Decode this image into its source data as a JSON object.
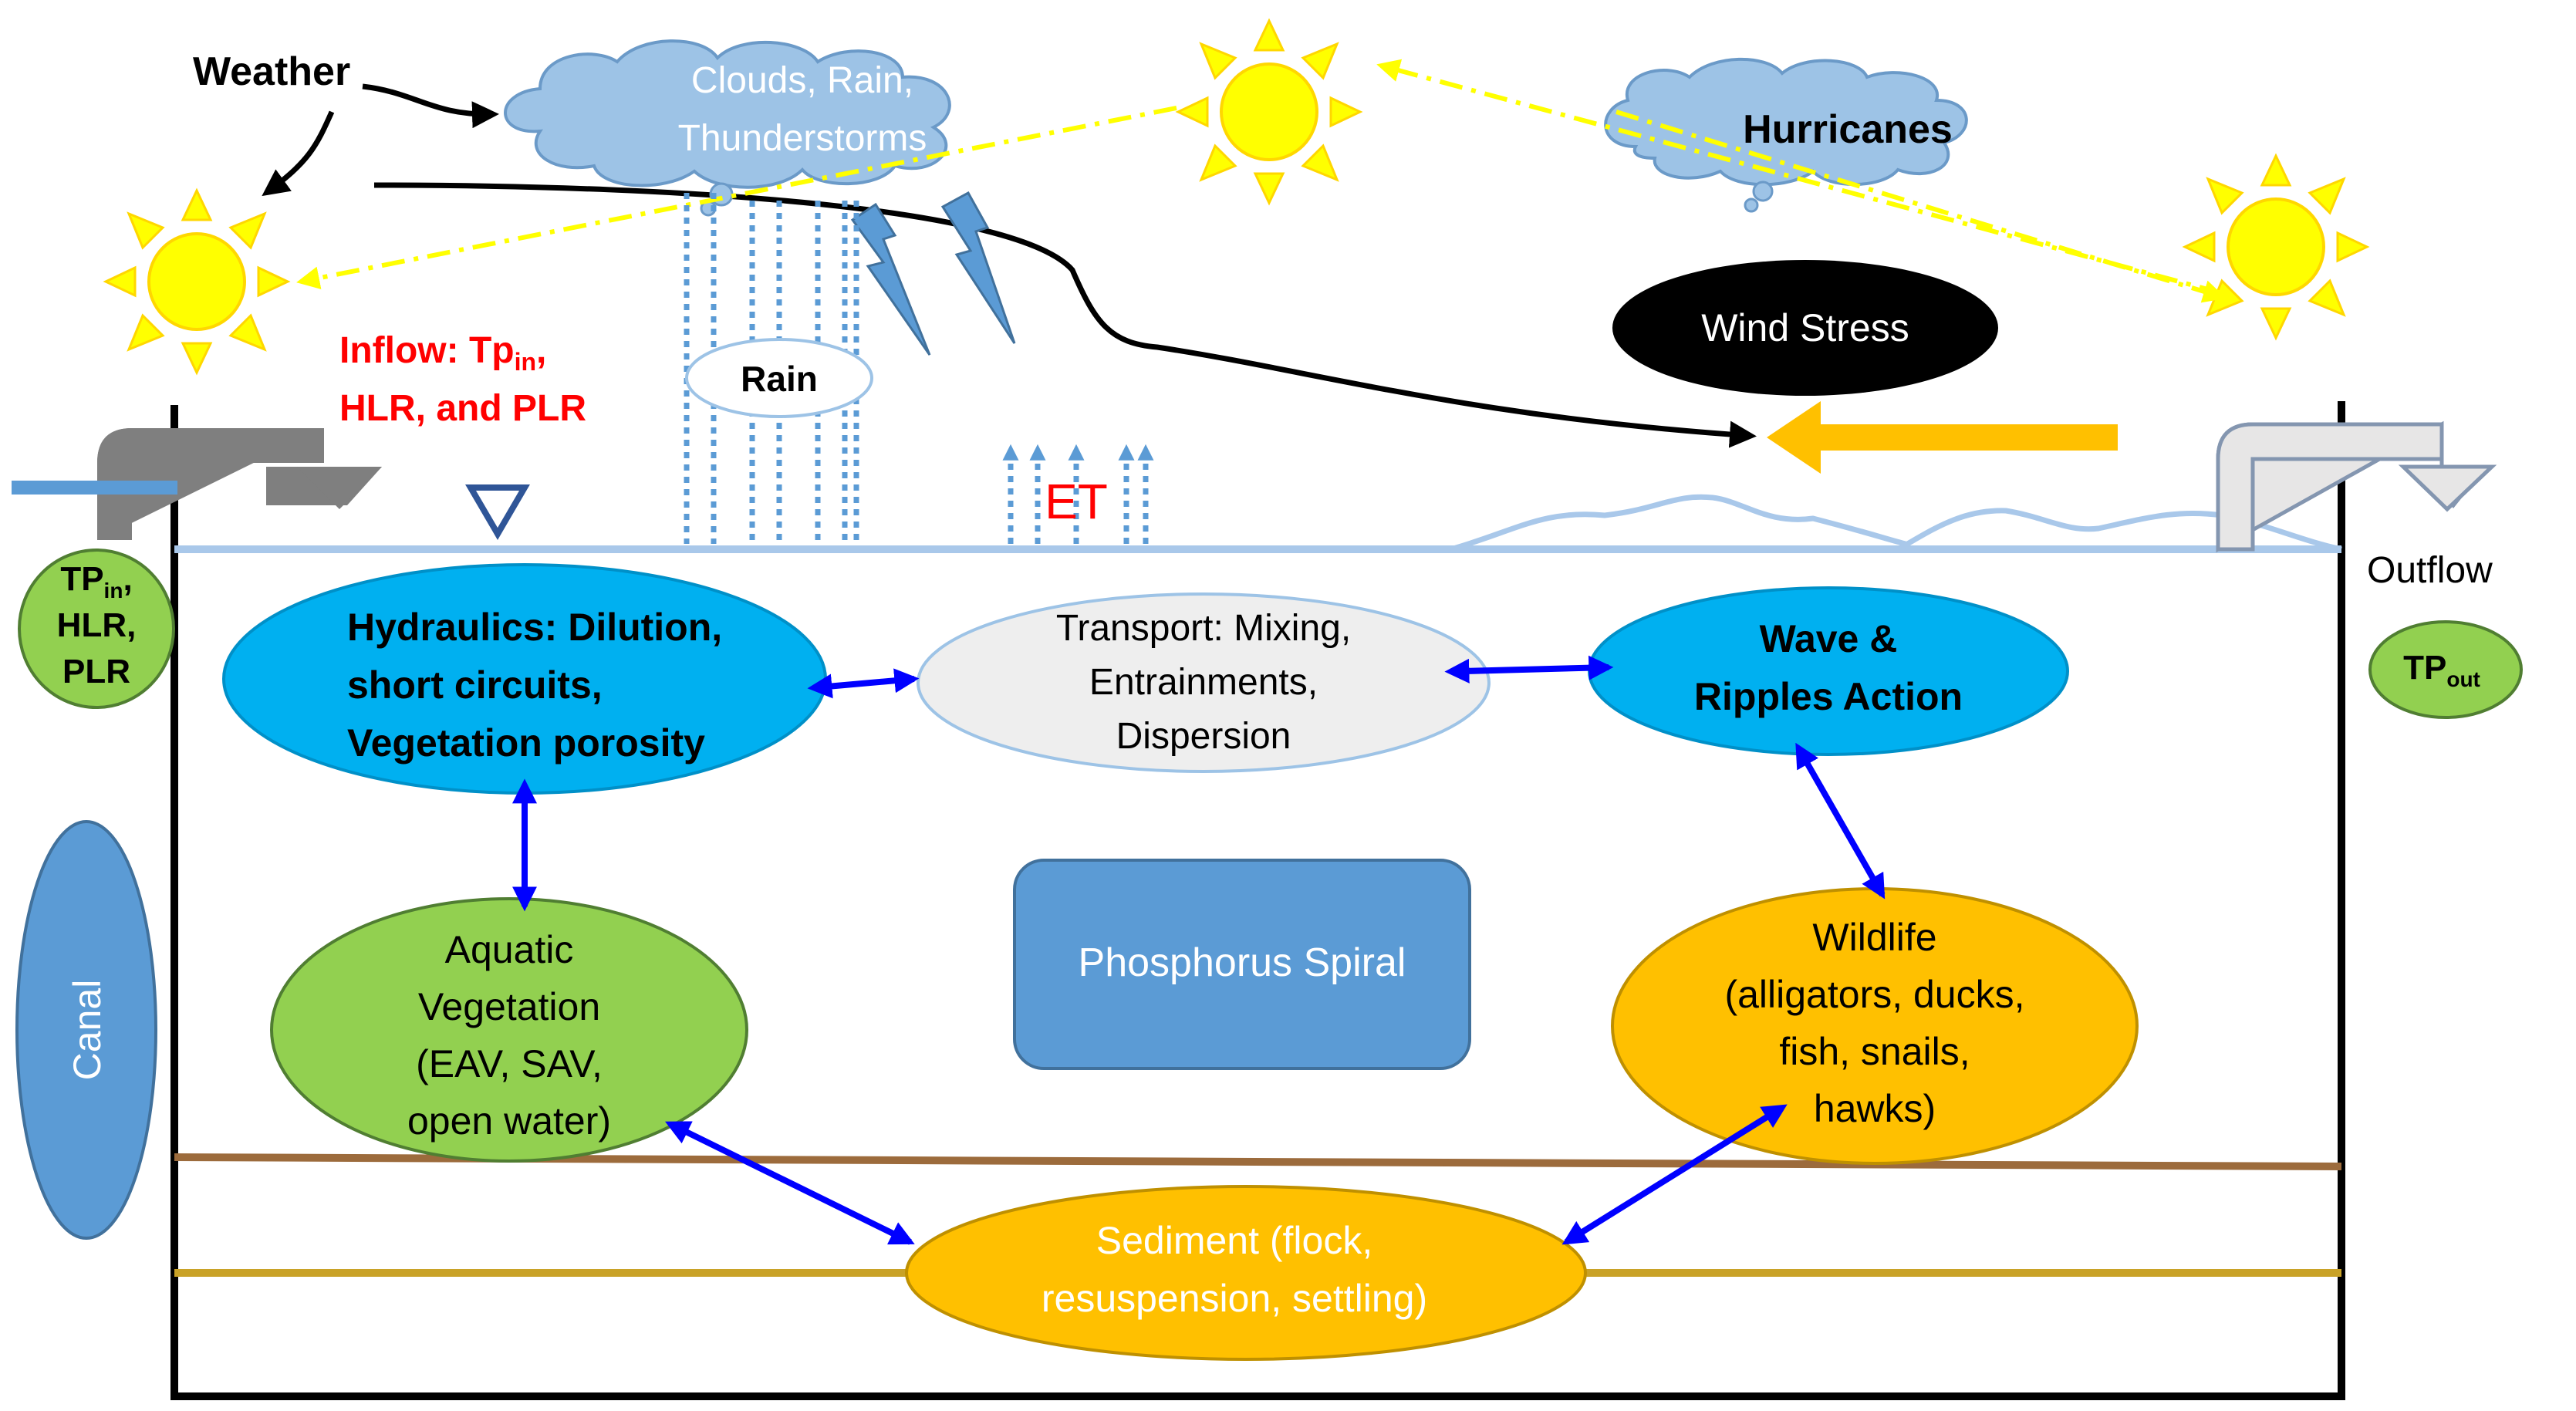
{
  "weather": "Weather",
  "clouds": [
    "Clouds, Rain,",
    "Thunderstorms"
  ],
  "hurricanes": "Hurricanes",
  "wind_stress": "Wind Stress",
  "rain": "Rain",
  "et": "ET",
  "inflow": {
    "line1_prefix": "Inflow: Tp",
    "line1_sub": "in",
    "line1_suffix": ",",
    "line2": "HLR, and PLR"
  },
  "tp_in": {
    "line1_prefix": "TP",
    "line1_sub": "in",
    "line1_suffix": ",",
    "line2": "HLR,",
    "line3": "PLR"
  },
  "outflow": "Outflow",
  "tp_out": {
    "prefix": "TP",
    "sub": "out"
  },
  "canal": "Canal",
  "hydraulics": [
    "Hydraulics: Dilution,",
    "short circuits,",
    "Vegetation porosity"
  ],
  "transport": [
    "Transport: Mixing,",
    "Entrainments,",
    "Dispersion"
  ],
  "wave": [
    "Wave &",
    "Ripples Action"
  ],
  "phosphorus": "Phosphorus Spiral",
  "aquatic": [
    "Aquatic",
    "Vegetation",
    "(EAV, SAV,",
    "open water)"
  ],
  "wildlife": [
    "Wildlife",
    "(alligators, ducks,",
    "fish, snails,",
    "hawks)"
  ],
  "sediment": [
    "Sediment (flock,",
    "resuspension, settling)"
  ],
  "colors": {
    "sun": "#ffff00",
    "sun_ray": "#ffd700",
    "cloud": "#9dc3e6",
    "cloud_stroke": "#6b9ac8",
    "blue_oval": "#00b0f0",
    "gray_oval": "#eeeeee",
    "green": "#92d050",
    "orange": "#ffc000",
    "spiral_box": "#5b9bd5",
    "arrow_blue": "#0000ff",
    "red_text": "#ff0000",
    "wind_arrow": "#ffc000",
    "water_line": "#a9c8ea",
    "sediment_brown": "#9c6b3c",
    "sediment_gold": "#c9a227"
  }
}
